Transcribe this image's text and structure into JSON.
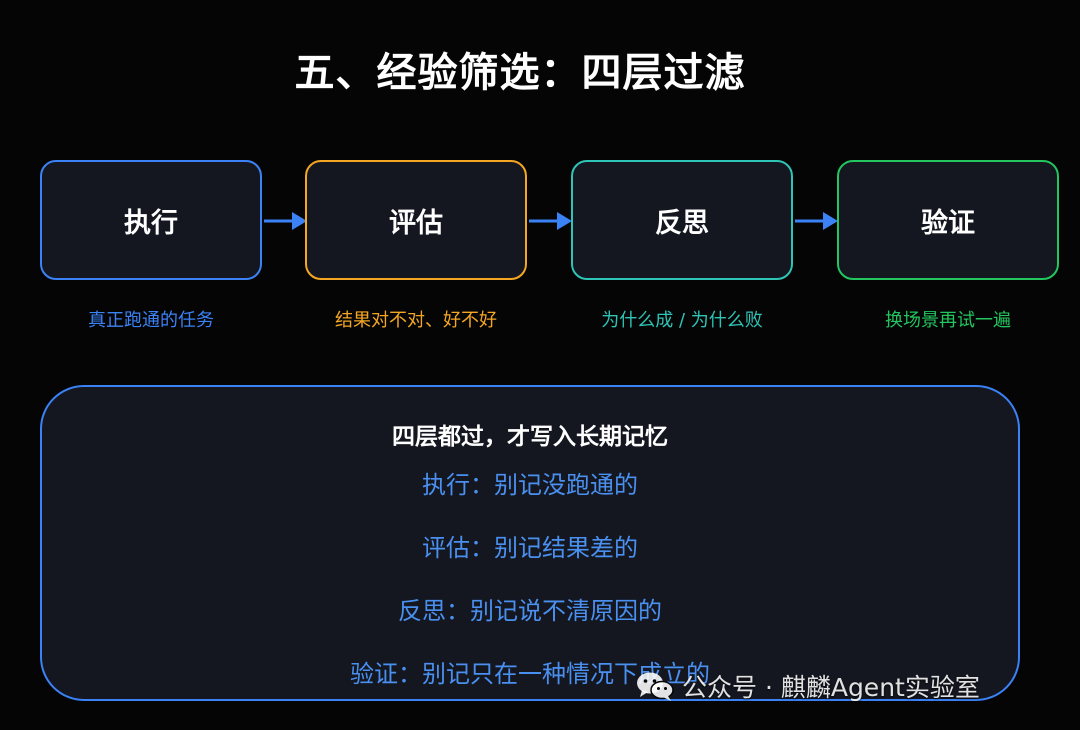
{
  "title": "五、经验筛选：四层过滤",
  "stages": [
    {
      "label": "执行",
      "desc": "真正跑通的任务",
      "color": "#3b82f6"
    },
    {
      "label": "评估",
      "desc": "结果对不对、好不好",
      "color": "#f5a623"
    },
    {
      "label": "反思",
      "desc": "为什么成 / 为什么败",
      "color": "#2ec4b6"
    },
    {
      "label": "验证",
      "desc": "换场景再试一遍",
      "color": "#22c55e"
    }
  ],
  "arrow_color": "#3b82f6",
  "summary": {
    "heading": "四层都过，才写入长期记忆",
    "rules": [
      "执行：别记没跑通的",
      "评估：别记结果差的",
      "反思：别记说不清原因的",
      "验证：别记只在一种情况下成立的"
    ],
    "rule_color": "#4a90f0",
    "border_color": "#3b82f6"
  },
  "watermark": {
    "text": "公众号 · 麒麟Agent实验室",
    "icon": "wechat-icon"
  }
}
